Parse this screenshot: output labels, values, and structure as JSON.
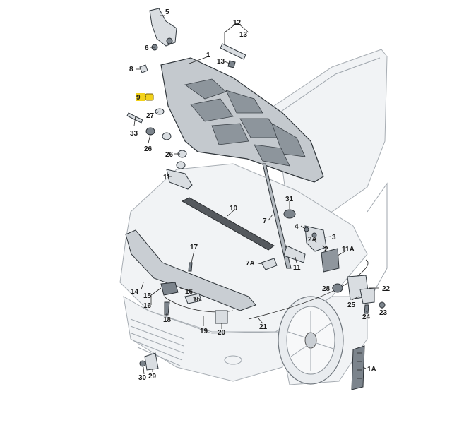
{
  "diagram": {
    "labels": {
      "l1": "1",
      "l2": "2",
      "l2a": "2A",
      "l3": "3",
      "l4": "4",
      "l5": "5",
      "l6": "6",
      "l7": "7",
      "l7a": "7A",
      "l8": "8",
      "l9": "9",
      "l10": "10",
      "l11a": "11",
      "l11b": "11",
      "l11c": "11A",
      "l12": "12",
      "l13a": "13",
      "l13b": "13",
      "l14": "14",
      "l15a": "15",
      "l15b": "15",
      "l16a": "16",
      "l16b": "16",
      "l17": "17",
      "l18": "18",
      "l19": "19",
      "l20": "20",
      "l21": "21",
      "l22": "22",
      "l23": "23",
      "l24": "24",
      "l25": "25",
      "l26a": "26",
      "l26b": "26",
      "l27": "27",
      "l28": "28",
      "l29": "29",
      "l30": "30",
      "l31": "31",
      "l33": "33",
      "l1a": "1A"
    },
    "highlight_color": "#f3d21a"
  }
}
